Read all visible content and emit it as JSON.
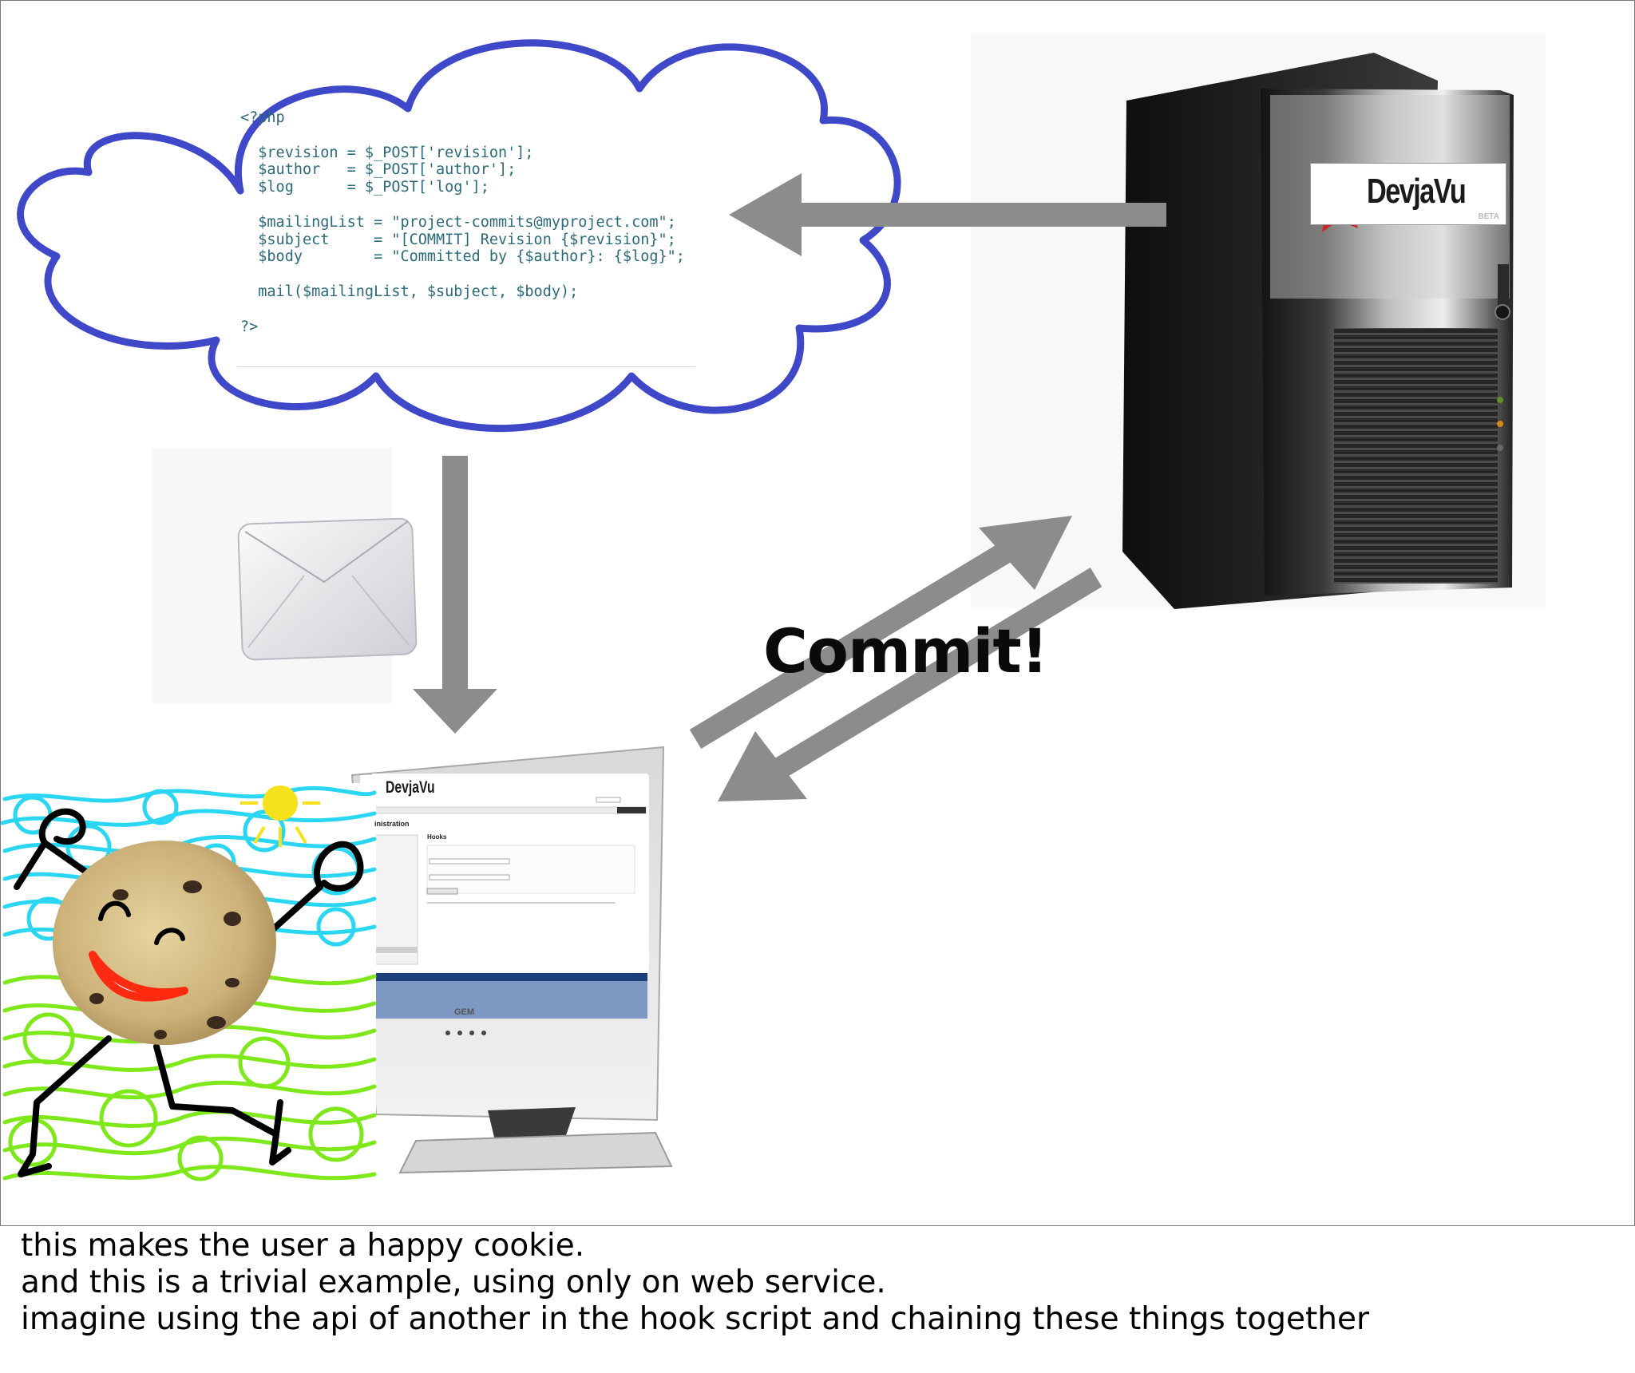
{
  "code": {
    "lines": [
      "<?php",
      "",
      "  $revision = $_POST['revision'];",
      "  $author   = $_POST['author'];",
      "  $log      = $_POST['log'];",
      "",
      "  $mailingList = \"project-commits@myproject.com\";",
      "  $subject     = \"[COMMIT] Revision {$revision}\";",
      "  $body        = \"Committed by {$author}: {$log}\";",
      "",
      "  mail($mailingList, $subject, $body);",
      "",
      "?>"
    ]
  },
  "commit_label": "Commit!",
  "server_brand": {
    "name": "DevjaVu",
    "sub": "BETA"
  },
  "screen": {
    "brand": "DevjaVu",
    "heading": "inistration",
    "section": "Hooks"
  },
  "monitor_brand": "GEM",
  "caption": {
    "line1": "this makes the user a happy cookie.",
    "line2": "and this is a trivial example, using only on web service.",
    "line3": "imagine using the api of another in the hook script and chaining these things together"
  },
  "colors": {
    "cloud_outline": "#3e48c8",
    "arrow": "#8c8c8c",
    "sky_scribble": "#2ad6f2",
    "grass_scribble": "#7ee81a",
    "mouth": "#ff2a10",
    "sun": "#f6e21a"
  }
}
